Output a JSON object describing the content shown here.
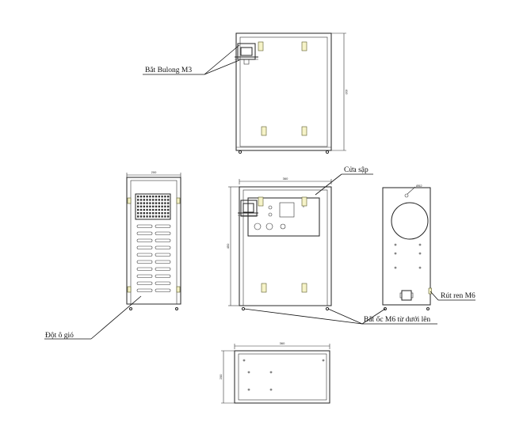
{
  "labels": {
    "bolt_m3": "Bắt Bulong M3",
    "access_door": "Cửa sập",
    "vent_holes": "Đột ô gió",
    "m6_bottom_screw": "Bắt ốc M6 từ dưới lên",
    "m6_thread_rivet": "Rút ren M6"
  },
  "dimensions": {
    "top_height": "410",
    "left_width": "200",
    "front_width": "360",
    "front_height": "450",
    "hole_dia": "Ø52",
    "bottom_width": "360",
    "bottom_depth": "200"
  },
  "colors": {
    "line": "#222222",
    "bolt_fill": "#f6f3c8"
  }
}
